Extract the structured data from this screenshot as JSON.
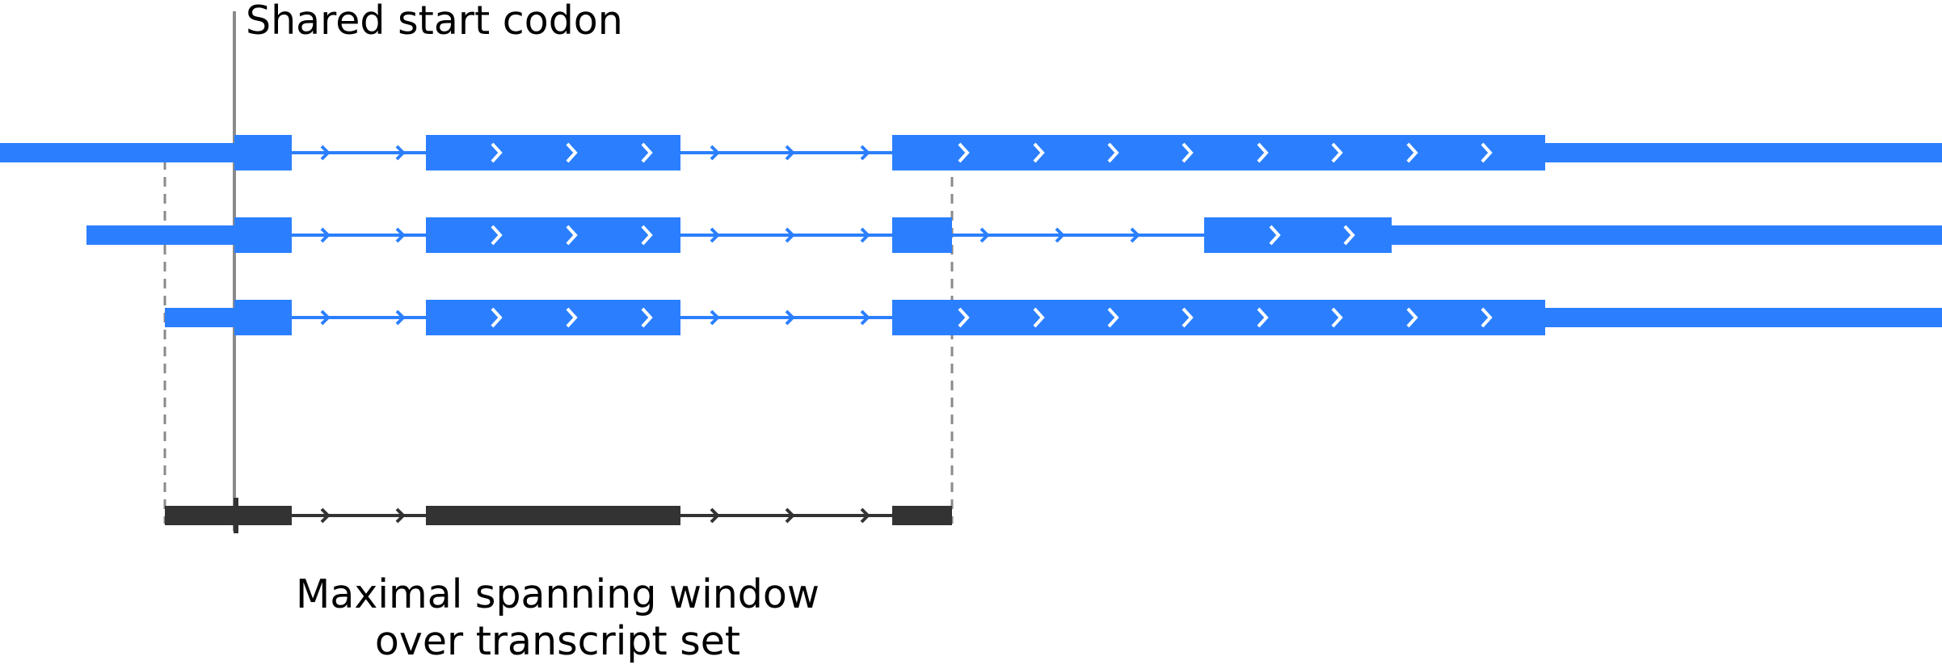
{
  "labels": {
    "start_codon": "Shared start codon",
    "window_line1": "Maximal spanning window",
    "window_line2": "over transcript set"
  },
  "colors": {
    "transcript": "#2b7fff",
    "window": "#333333",
    "start_line": "#8a8a8a",
    "guide": "#8a8a8a",
    "chevron": "#ffffff"
  }
}
